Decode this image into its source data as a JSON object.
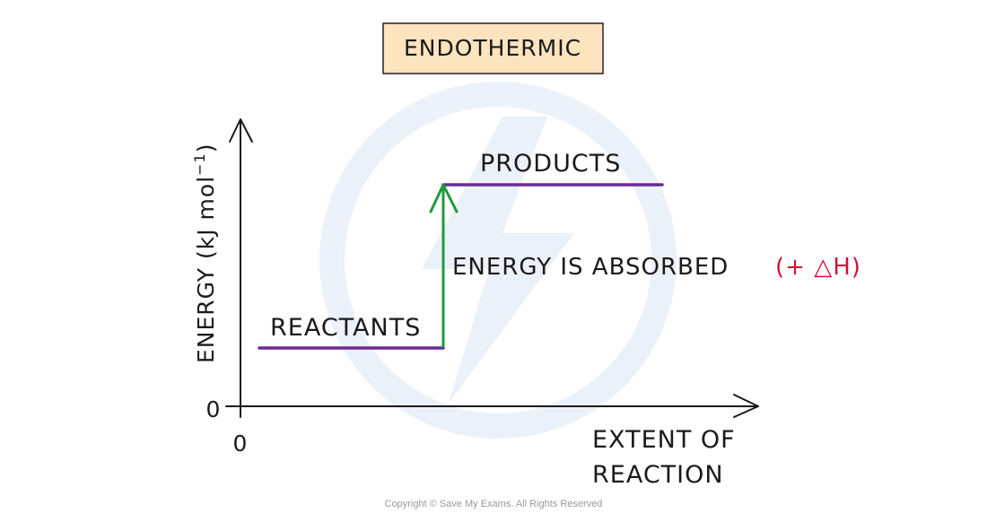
{
  "title": "ENDOTHERMIC",
  "y_axis_label": "ENERGY (kJ mol",
  "y_axis_unit_exponent": "−1",
  "y_axis_label_close": ")",
  "y_axis_zero": "0",
  "x_axis_zero": "0",
  "x_axis_label_line1": "EXTENT  OF",
  "x_axis_label_line2": "REACTION",
  "reactants_label": "REACTANTS",
  "products_label": "PRODUCTS",
  "energy_change_label": "ENERGY  IS  ABSORBED",
  "enthalpy_sign_label": "(+ △H)",
  "copyright": "Copyright © Save My Exams. All Rights Reserved",
  "colors": {
    "title_box_fill": "#fce4bf",
    "title_box_stroke": "#222222",
    "level_line": "#6a2c91",
    "arrow": "#1e9a3c",
    "enthalpy_text": "#d0103a",
    "axis": "#1a1a1a",
    "watermark": "#dfe9f5"
  }
}
